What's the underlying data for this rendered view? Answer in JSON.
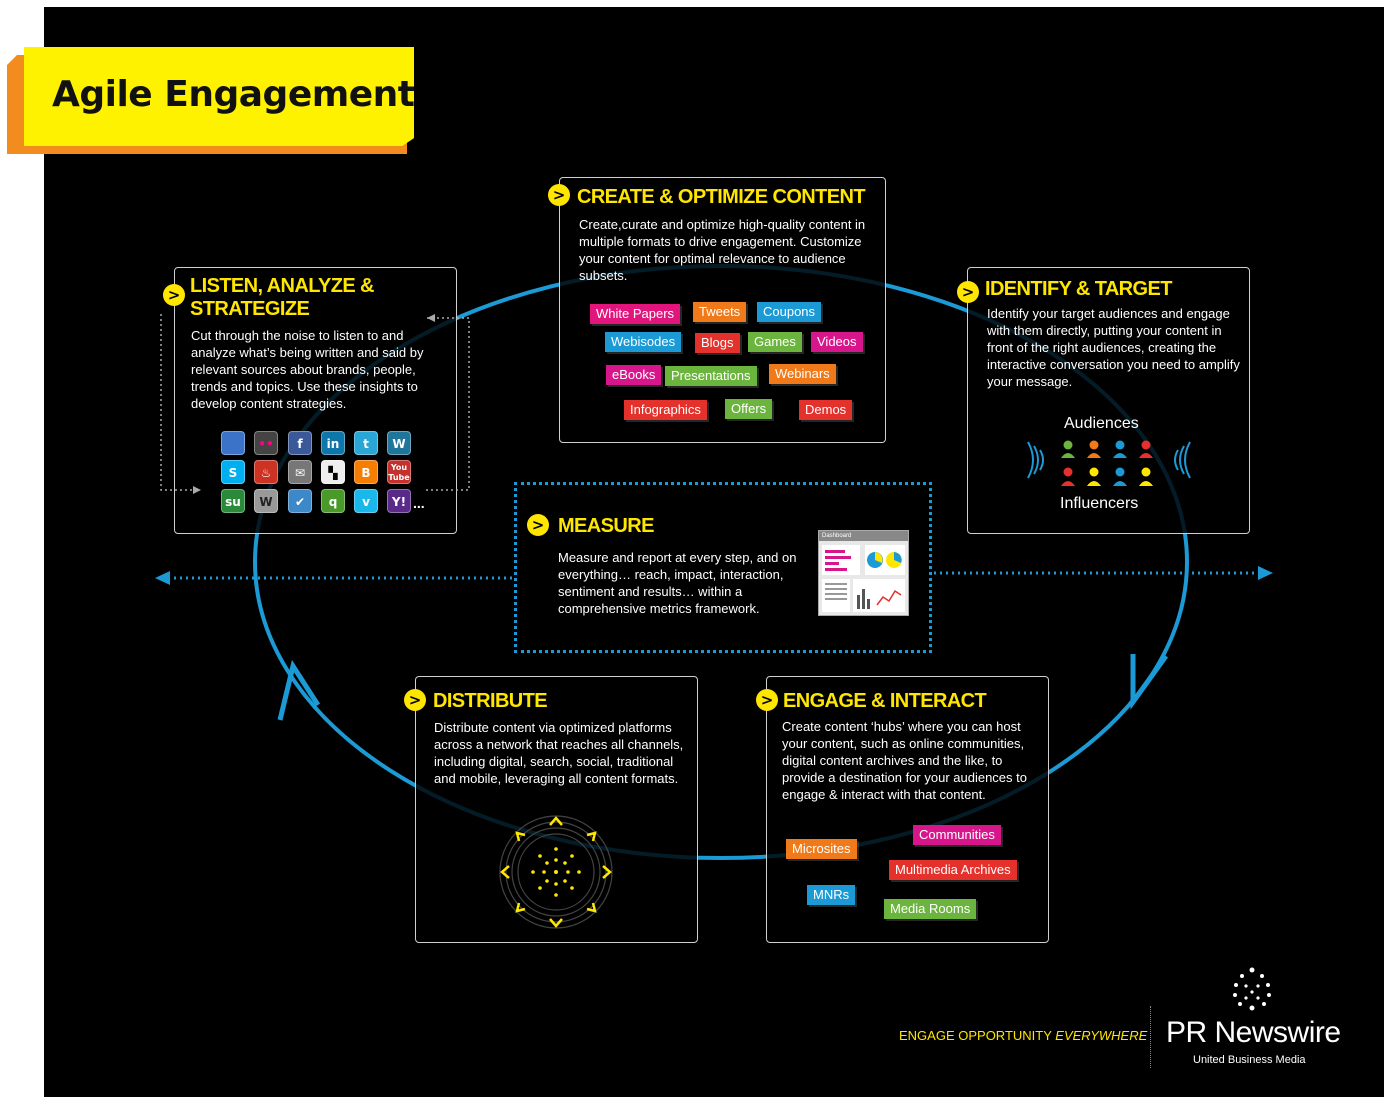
{
  "title": "Agile Engagement",
  "colors": {
    "accent_yellow": "#ffe600",
    "banner_orange": "#f28c1e",
    "cycle_blue": "#1b9ad6",
    "background": "#000000"
  },
  "create": {
    "heading": "CREATE & OPTIMIZE CONTENT",
    "body": "Create,curate and optimize high-quality content in multiple formats to drive engagement. Customize your content for optimal relevance to audience subsets.",
    "tags": [
      "White Papers",
      "Tweets",
      "Coupons",
      "Webisodes",
      "Blogs",
      "Games",
      "Videos",
      "eBooks",
      "Presentations",
      "Webinars",
      "Infographics",
      "Offers",
      "Demos"
    ]
  },
  "listen": {
    "heading_line1": "LISTEN, ANALYZE &",
    "heading_line2": "STRATEGIZE",
    "body": "Cut through the noise to listen to and analyze what’s being written and said by relevant sources about brands, people, trends and topics. Use these insights to develop content strategies.",
    "icons": [
      "delicious-icon",
      "flickr-icon",
      "facebook-icon",
      "linkedin-icon",
      "twitter-icon",
      "wordpress-icon",
      "skype-icon",
      "tinder-icon",
      "email-icon",
      "delicious-alt-icon",
      "blogger-icon",
      "youtube-icon",
      "stumbleupon-icon",
      "wikipedia-icon",
      "foursquare-icon",
      "quora-icon",
      "vimeo-icon",
      "yahoo-icon"
    ],
    "icon_labels": {
      "facebook": "f",
      "linkedin": "in",
      "skype": "S",
      "youtube": "You Tube",
      "stumbleupon": "su",
      "wikipedia": "W",
      "quora": "q",
      "vimeo": "v",
      "yahoo": "Y!"
    },
    "ellipsis": "..."
  },
  "identify": {
    "heading": "IDENTIFY & TARGET",
    "body": "Identify your target audiences and engage with them directly, putting your content in front of the right audiences, creating the interactive conversation you need to amplify your message.",
    "audiences_label": "Audiences",
    "influencers_label": "Influencers"
  },
  "measure": {
    "heading": "MEASURE",
    "body": "Measure and report at every step, and on everything… reach, impact, interaction, sentiment and results… within a comprehensive metrics framework.",
    "dashboard_label": "Dashboard"
  },
  "distribute": {
    "heading": "DISTRIBUTE",
    "body": "Distribute content via optimized platforms across a network that reaches all channels, including digital, search, social, traditional and mobile, leveraging all content formats."
  },
  "engage": {
    "heading": "ENGAGE & INTERACT",
    "body": "Create content ‘hubs’ where you can host your content, such as online communities, digital content archives and the like, to provide a destination for your audiences to engage & interact with that content.",
    "tags": [
      "Communities",
      "Microsites",
      "Multimedia Archives",
      "MNRs",
      "Media Rooms"
    ]
  },
  "footer": {
    "tagline": "ENGAGE OPPORTUNITY",
    "tagline_emphasis": "EVERYWHERE",
    "brand": "PR Newswire",
    "brand_sub": "United Business Media"
  }
}
